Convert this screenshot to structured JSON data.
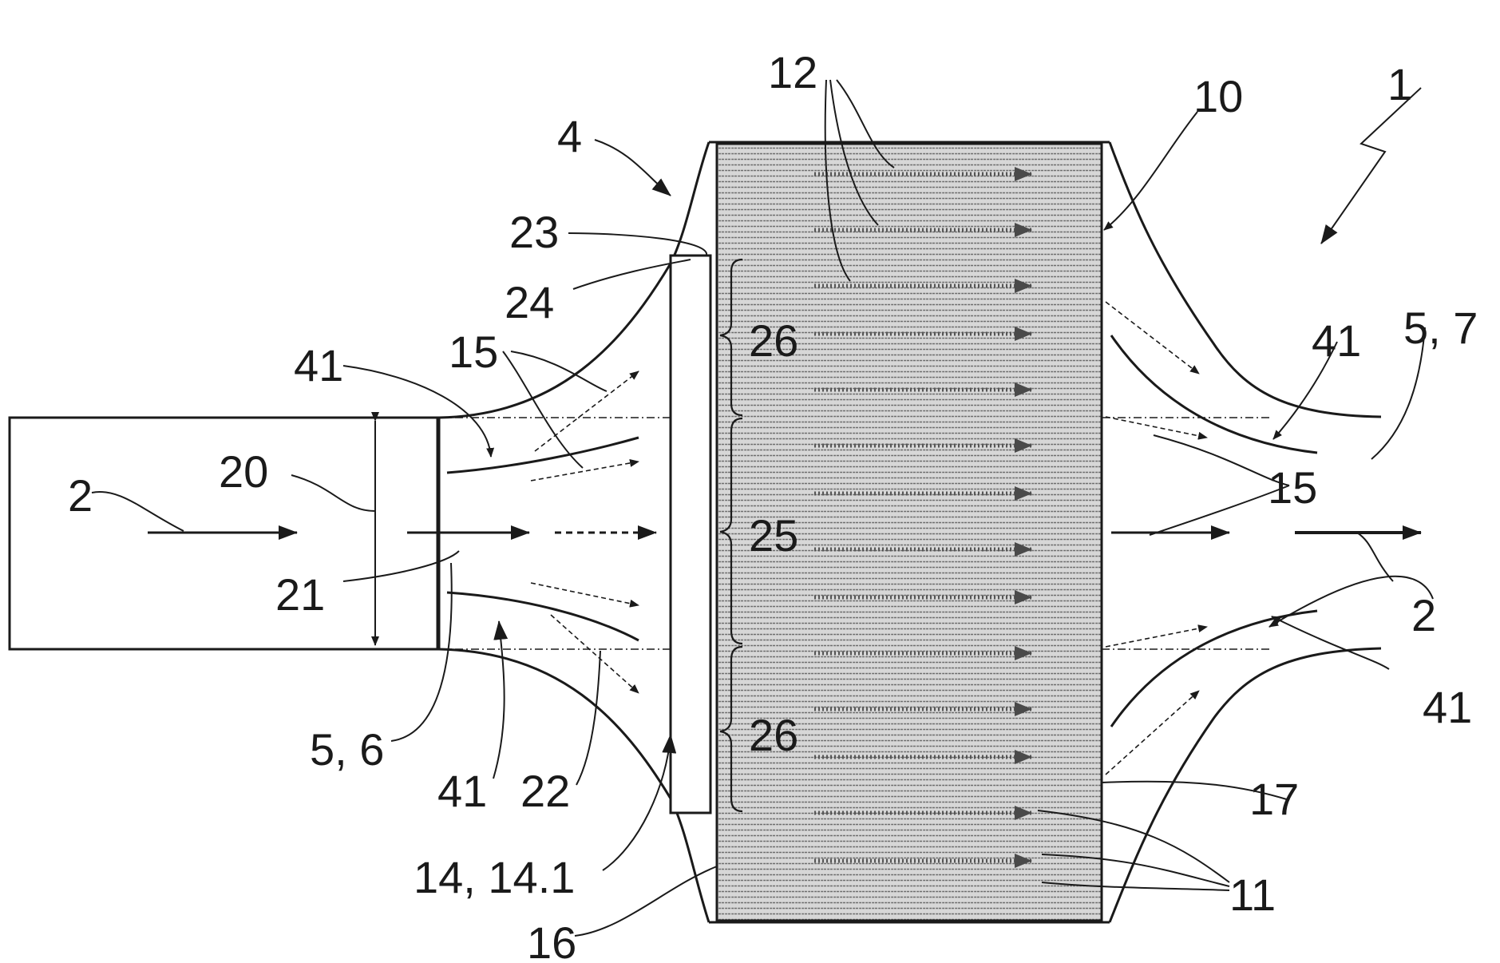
{
  "diagram": {
    "labels": {
      "l12": "12",
      "l10": "10",
      "l1": "1",
      "l4": "4",
      "l23": "23",
      "l24": "24",
      "l26_top": "26",
      "l15_left": "15",
      "l41_top_left": "41",
      "l41_top_right": "41",
      "l5_7": "5, 7",
      "l20": "20",
      "l2_left": "2",
      "l25": "25",
      "l15_right": "15",
      "l21": "21",
      "l2_right": "2",
      "l41_right": "41",
      "l26_bottom": "26",
      "l5_6": "5, 6",
      "l41_bottom_left": "41",
      "l22": "22",
      "l17": "17",
      "l14": "14, 14.1",
      "l11": "11",
      "l16": "16"
    },
    "colors": {
      "ink": "#1a1a1a",
      "filter_fill": "#cfcfcf",
      "background": "#ffffff"
    }
  }
}
